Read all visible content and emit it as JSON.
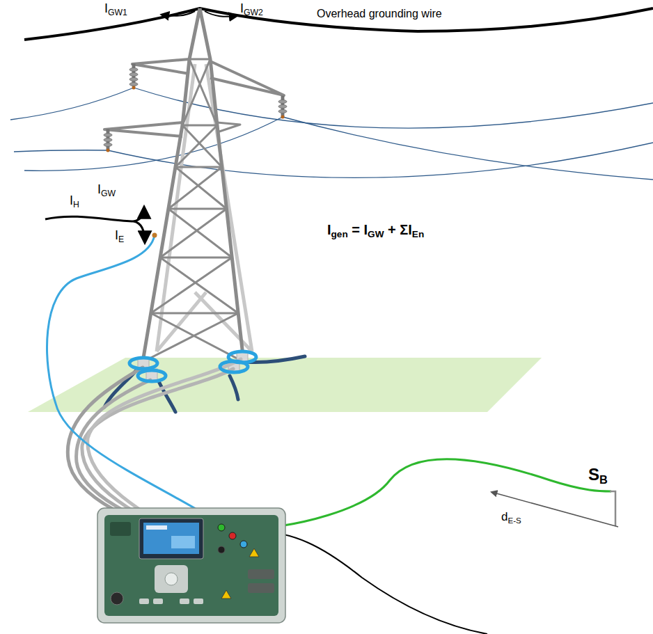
{
  "diagram": {
    "labels": [
      "IGW1",
      "IGW2",
      "Overhead grounding wire",
      "IGW",
      "IH",
      "IE",
      "Igen = IGW + ΣIEn",
      "SB",
      "dE-S"
    ]
  }
}
